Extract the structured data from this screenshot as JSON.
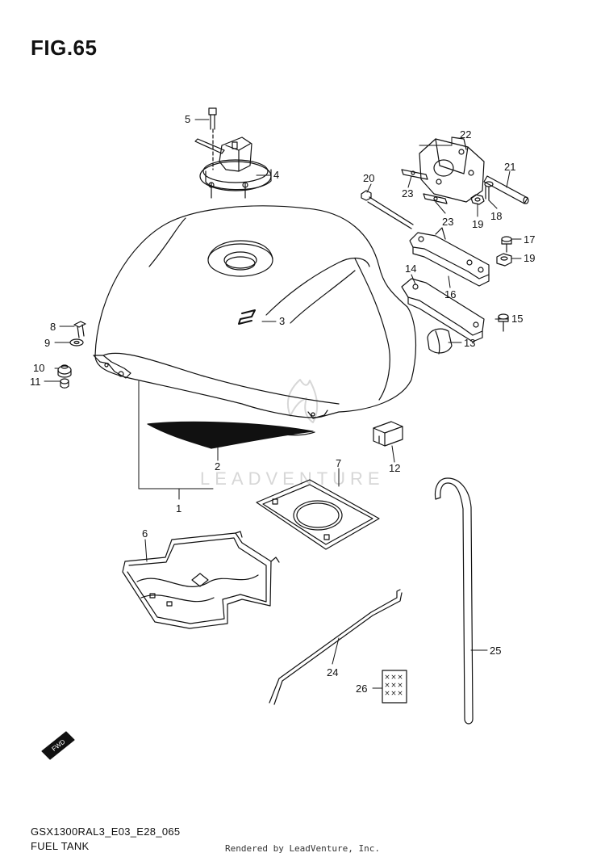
{
  "figure": {
    "title": "FIG.65"
  },
  "diagram": {
    "code": "GSX1300RAL3_E03_E28_065",
    "name": "FUEL TANK"
  },
  "watermark": "LEADVENTURE",
  "footer": "Rendered by LeadVenture, Inc.",
  "fwd_badge": "FWD",
  "callouts": [
    {
      "id": "1",
      "label": "1"
    },
    {
      "id": "2",
      "label": "2"
    },
    {
      "id": "3",
      "label": "3"
    },
    {
      "id": "4",
      "label": "4"
    },
    {
      "id": "5",
      "label": "5"
    },
    {
      "id": "6",
      "label": "6"
    },
    {
      "id": "7",
      "label": "7"
    },
    {
      "id": "8",
      "label": "8"
    },
    {
      "id": "9",
      "label": "9"
    },
    {
      "id": "10",
      "label": "10"
    },
    {
      "id": "11",
      "label": "11"
    },
    {
      "id": "12",
      "label": "12"
    },
    {
      "id": "13",
      "label": "13"
    },
    {
      "id": "14",
      "label": "14"
    },
    {
      "id": "15",
      "label": "15"
    },
    {
      "id": "16",
      "label": "16"
    },
    {
      "id": "17",
      "label": "17"
    },
    {
      "id": "18",
      "label": "18"
    },
    {
      "id": "19a",
      "label": "19"
    },
    {
      "id": "19b",
      "label": "19"
    },
    {
      "id": "20",
      "label": "20"
    },
    {
      "id": "21",
      "label": "21"
    },
    {
      "id": "22",
      "label": "22"
    },
    {
      "id": "23a",
      "label": "23"
    },
    {
      "id": "23b",
      "label": "23"
    },
    {
      "id": "24",
      "label": "24"
    },
    {
      "id": "25",
      "label": "25"
    },
    {
      "id": "26",
      "label": "26"
    }
  ],
  "colors": {
    "line": "#111111",
    "watermark": "#d7d7d7",
    "background": "#ffffff"
  }
}
